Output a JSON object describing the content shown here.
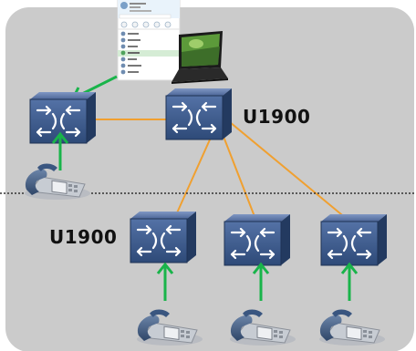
{
  "labels": {
    "u1900_top": "U1900",
    "u1900_left": "U1900"
  },
  "nodes": [
    {
      "id": "switch-left",
      "icon": "switch-icon"
    },
    {
      "id": "switch-top-center",
      "icon": "switch-icon"
    },
    {
      "id": "switch-bottom-1",
      "icon": "switch-icon"
    },
    {
      "id": "switch-bottom-2",
      "icon": "switch-icon"
    },
    {
      "id": "switch-bottom-3",
      "icon": "switch-icon"
    },
    {
      "id": "phone-left",
      "icon": "ip-phone-icon"
    },
    {
      "id": "phone-bottom-1",
      "icon": "ip-phone-icon"
    },
    {
      "id": "phone-bottom-2",
      "icon": "ip-phone-icon"
    },
    {
      "id": "phone-bottom-3",
      "icon": "ip-phone-icon"
    },
    {
      "id": "laptop",
      "icon": "laptop-icon"
    },
    {
      "id": "softclient",
      "icon": "contact-list-screenshot"
    }
  ],
  "colors": {
    "background_panel": "#cbcbcb",
    "link_line": "#f0a030",
    "arrow": "#19b44a",
    "switch_body": "#2e4a78",
    "divider": "#333333"
  }
}
